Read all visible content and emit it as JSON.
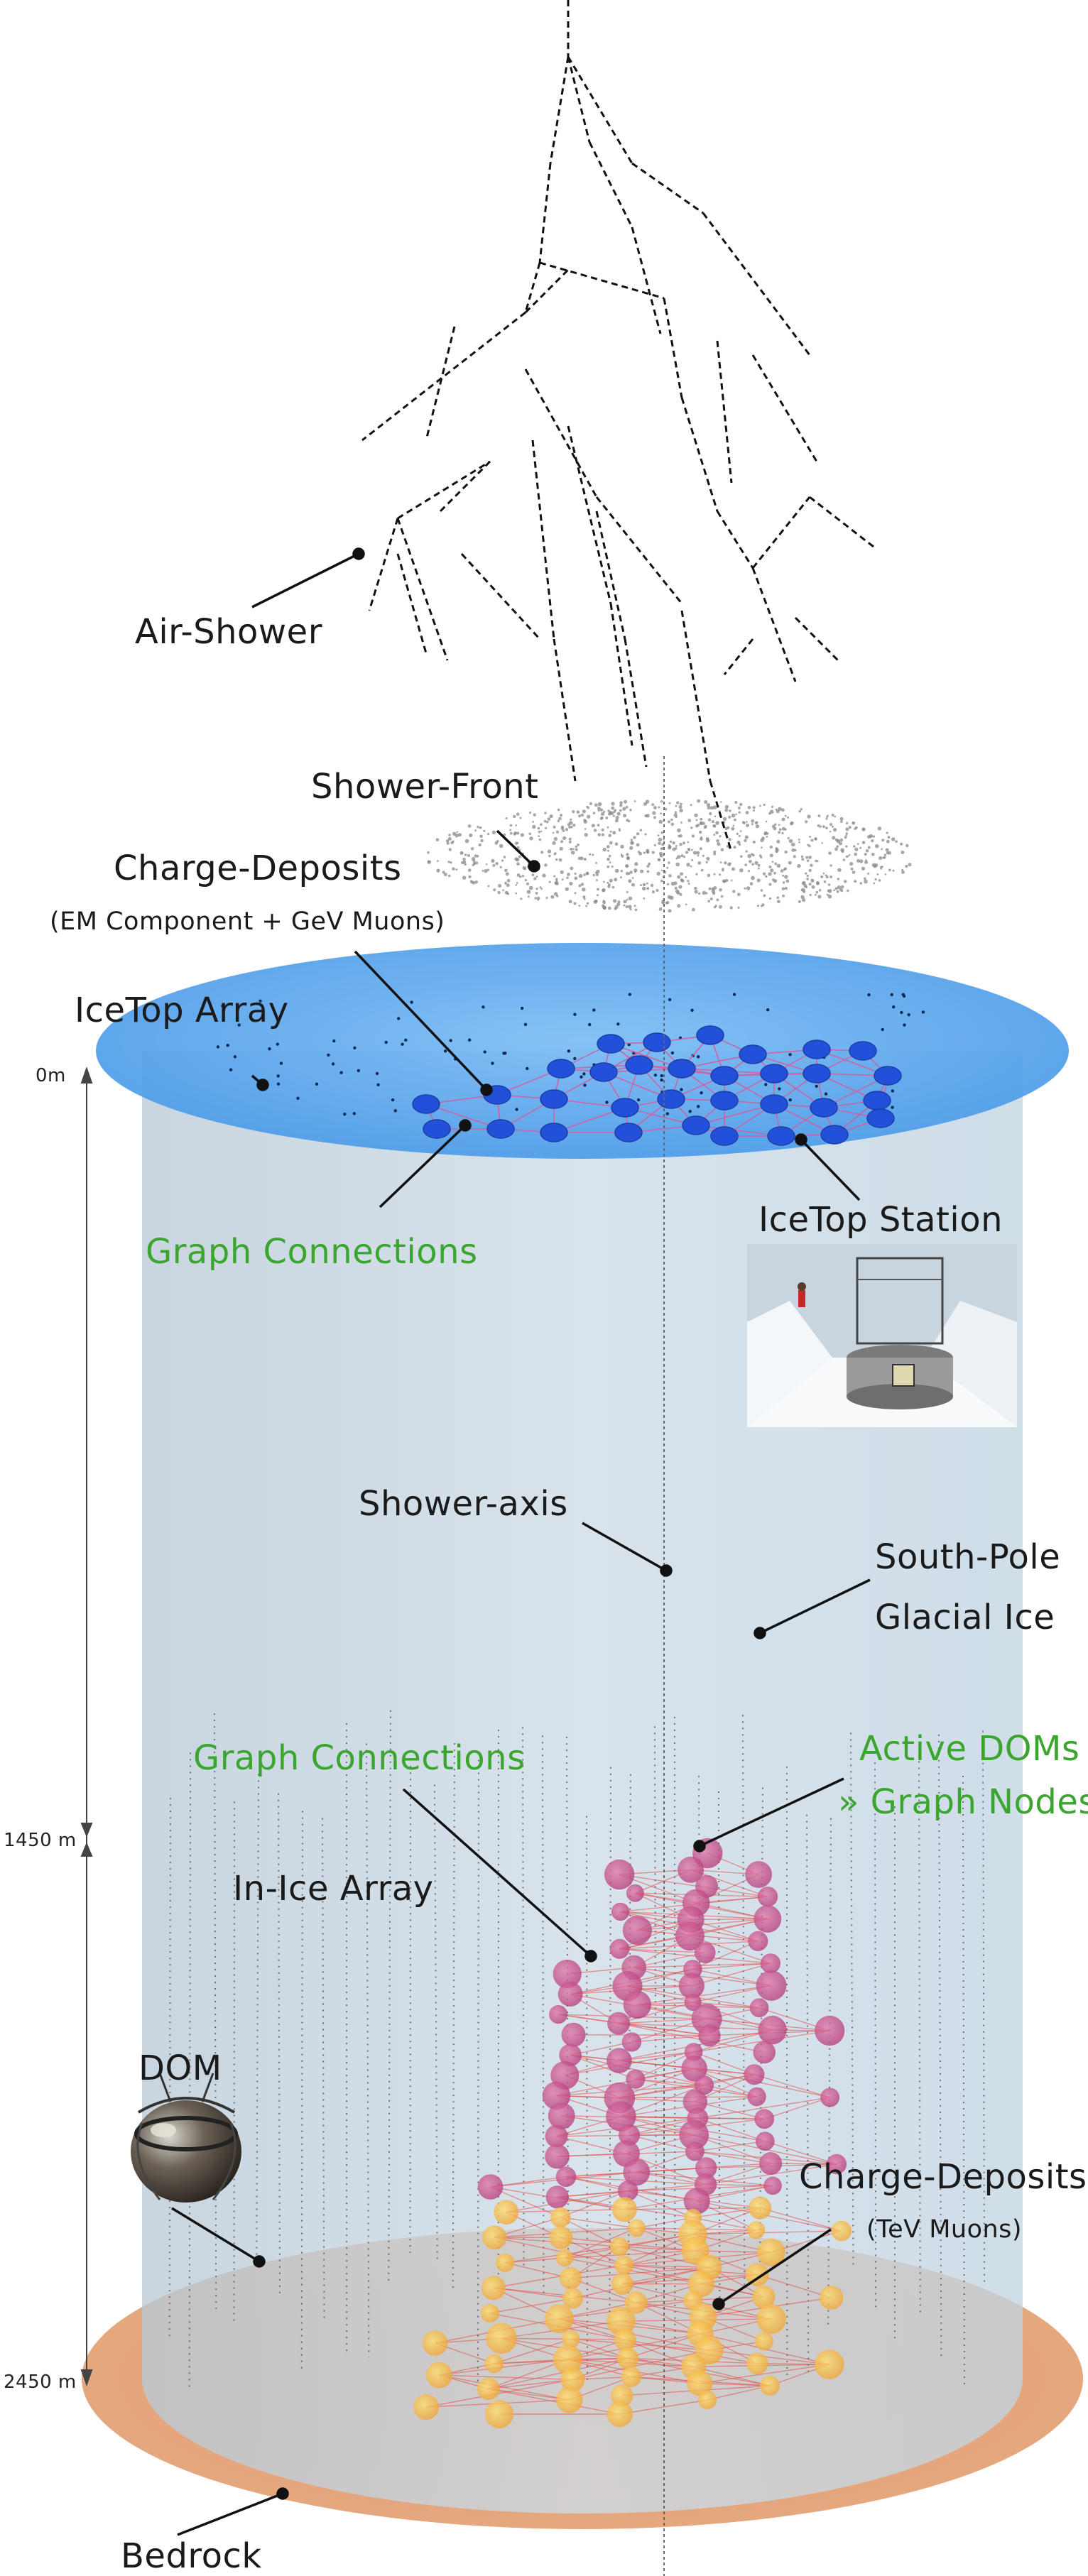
{
  "labels": {
    "air_shower": "Air-Shower",
    "shower_front": "Shower-Front",
    "charge_deposits_top": "Charge-Deposits",
    "charge_deposits_top_sub": "(EM Component + GeV Muons)",
    "icetop_array": "IceTop Array",
    "graph_connections_top": "Graph Connections",
    "icetop_station": "IceTop Station",
    "shower_axis": "Shower-axis",
    "south_pole": "South-Pole",
    "glacial_ice": "Glacial Ice",
    "graph_connections_inice": "Graph Connections",
    "active_doms": "Active DOMs",
    "graph_nodes": "» Graph Nodes",
    "in_ice_array": "In-Ice Array",
    "dom": "DOM",
    "charge_deposits_bottom": "Charge-Deposits",
    "charge_deposits_bottom_sub": "(TeV Muons)",
    "bedrock": "Bedrock"
  },
  "depth_scale": {
    "top": "0m",
    "mid": "1450 m",
    "bottom": "2450 m"
  },
  "colors": {
    "icetop_surface": "#5aa7ef",
    "ice_volume": "#c9d9e6",
    "bedrock": "#e8a57a",
    "station_node": "#2350d8",
    "graph_edge_top": "#d060a0",
    "inice_node_upper": "#c8508a",
    "inice_node_lower": "#f2c23a",
    "graph_edge_inice": "#e0504a",
    "label_green": "#3aa62e"
  }
}
